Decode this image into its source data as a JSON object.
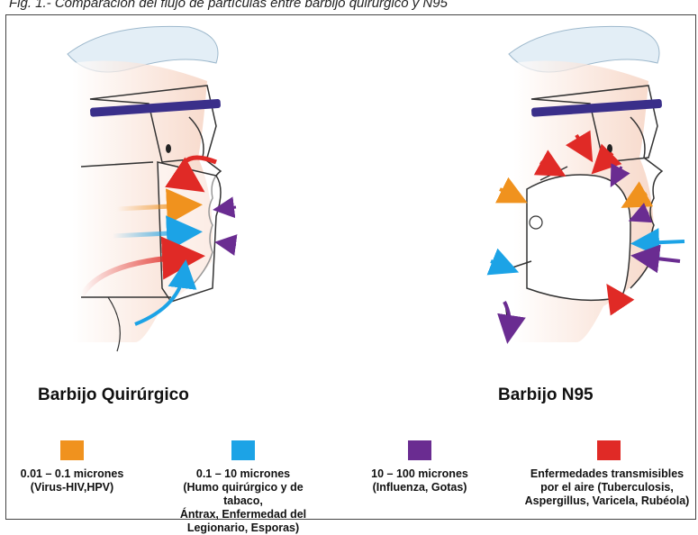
{
  "caption": "Fig. 1.- Comparación del flujo de partículas entre barbijo quirúrgico y N95",
  "panels": {
    "left_title": "Barbijo Quirúrgico",
    "right_title": "Barbijo N95"
  },
  "colors": {
    "orange": "#F0921E",
    "blue": "#1CA3E6",
    "purple": "#6A2C91",
    "red": "#E02A26"
  },
  "legend": [
    {
      "color": "#F0921E",
      "text": "0.01 – 0.1 micrones\n(Virus-HIV,HPV)"
    },
    {
      "color": "#1CA3E6",
      "text": "0.1 – 10 micrones\n(Humo quirúrgico y de tabaco,\nÁntrax, Enfermedad del\nLegionario, Esporas)"
    },
    {
      "color": "#6A2C91",
      "text": "10 – 100 micrones\n(Influenza, Gotas)"
    },
    {
      "color": "#E02A26",
      "text": "Enfermedades transmisibles\npor el aire (Tuberculosis,\nAspergillus, Varicela, Rubéola)"
    }
  ]
}
